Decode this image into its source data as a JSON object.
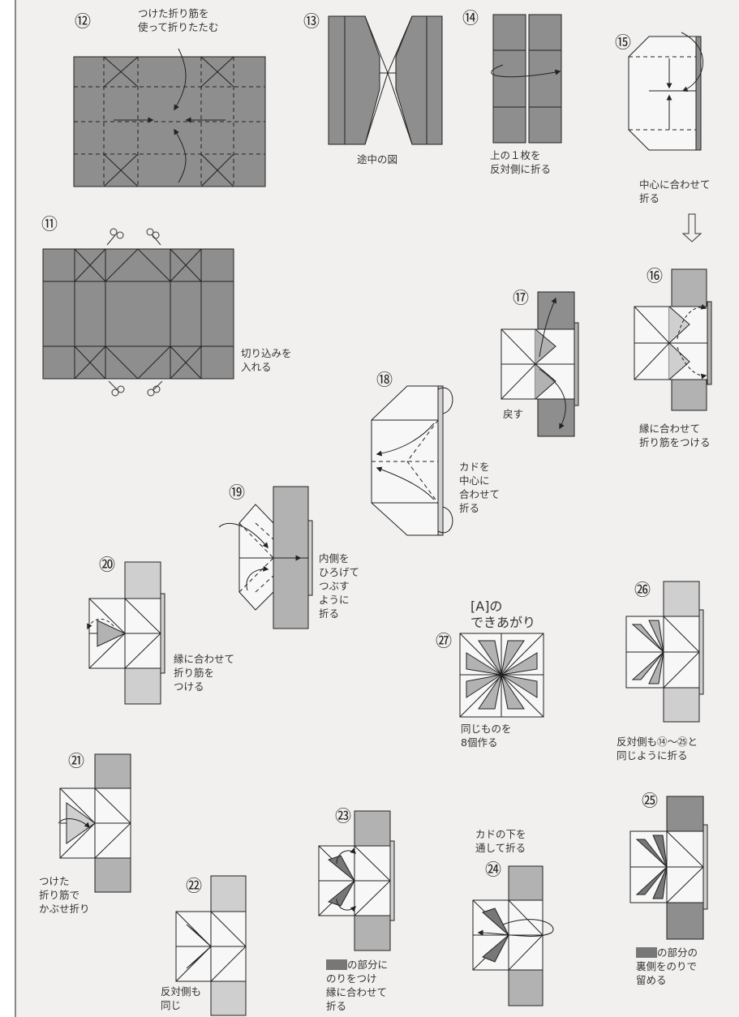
{
  "colors": {
    "paper_dark": "#8e8e8e",
    "paper_mid": "#b2b2b2",
    "paper_light": "#cfcfcf",
    "paper_white": "#f7f7f7",
    "line": "#2a2a2a",
    "page": "#f1f0ee"
  },
  "steps": [
    {
      "id": "12",
      "num": "⑫",
      "caption": "つけた折り筋を\n使って折りたたむ"
    },
    {
      "id": "13",
      "num": "⑬",
      "caption": "途中の図"
    },
    {
      "id": "14",
      "num": "⑭",
      "caption": "上の１枚を\n反対側に折る"
    },
    {
      "id": "15",
      "num": "⑮",
      "caption": "中心に合わせて\n折る"
    },
    {
      "id": "11",
      "num": "⑪",
      "caption": "切り込みを\n入れる"
    },
    {
      "id": "17",
      "num": "⑰",
      "caption": "戻す"
    },
    {
      "id": "16",
      "num": "⑯",
      "caption": "縁に合わせて\n折り筋をつける"
    },
    {
      "id": "18",
      "num": "⑱",
      "caption": "カドを\n中心に\n合わせて\n折る"
    },
    {
      "id": "19",
      "num": "⑲",
      "caption": "内側を\nひろげて\nつぶす\nように\n折る"
    },
    {
      "id": "20",
      "num": "⑳",
      "caption": "縁に合わせて\n折り筋を\nつける"
    },
    {
      "id": "27",
      "num": "㉗",
      "caption_top": "[A]の\nできあがり",
      "caption": "同じものを\n8個作る"
    },
    {
      "id": "26",
      "num": "㉖",
      "caption": "反対側も⑭～㉕と\n同じように折る"
    },
    {
      "id": "21",
      "num": "㉑",
      "caption": "つけた\n折り筋で\nかぶせ折り"
    },
    {
      "id": "22",
      "num": "㉒",
      "caption": "反対側も\n同じ"
    },
    {
      "id": "23",
      "num": "㉓",
      "caption_swatch": "の部分に",
      "caption": "のりをつけ\n縁に合わせて\n折る"
    },
    {
      "id": "24",
      "num": "㉔",
      "caption": "カドの下を\n通して折る"
    },
    {
      "id": "25",
      "num": "㉕",
      "caption_swatch": "の部分の",
      "caption": "裏側をのりで\n留める"
    }
  ]
}
